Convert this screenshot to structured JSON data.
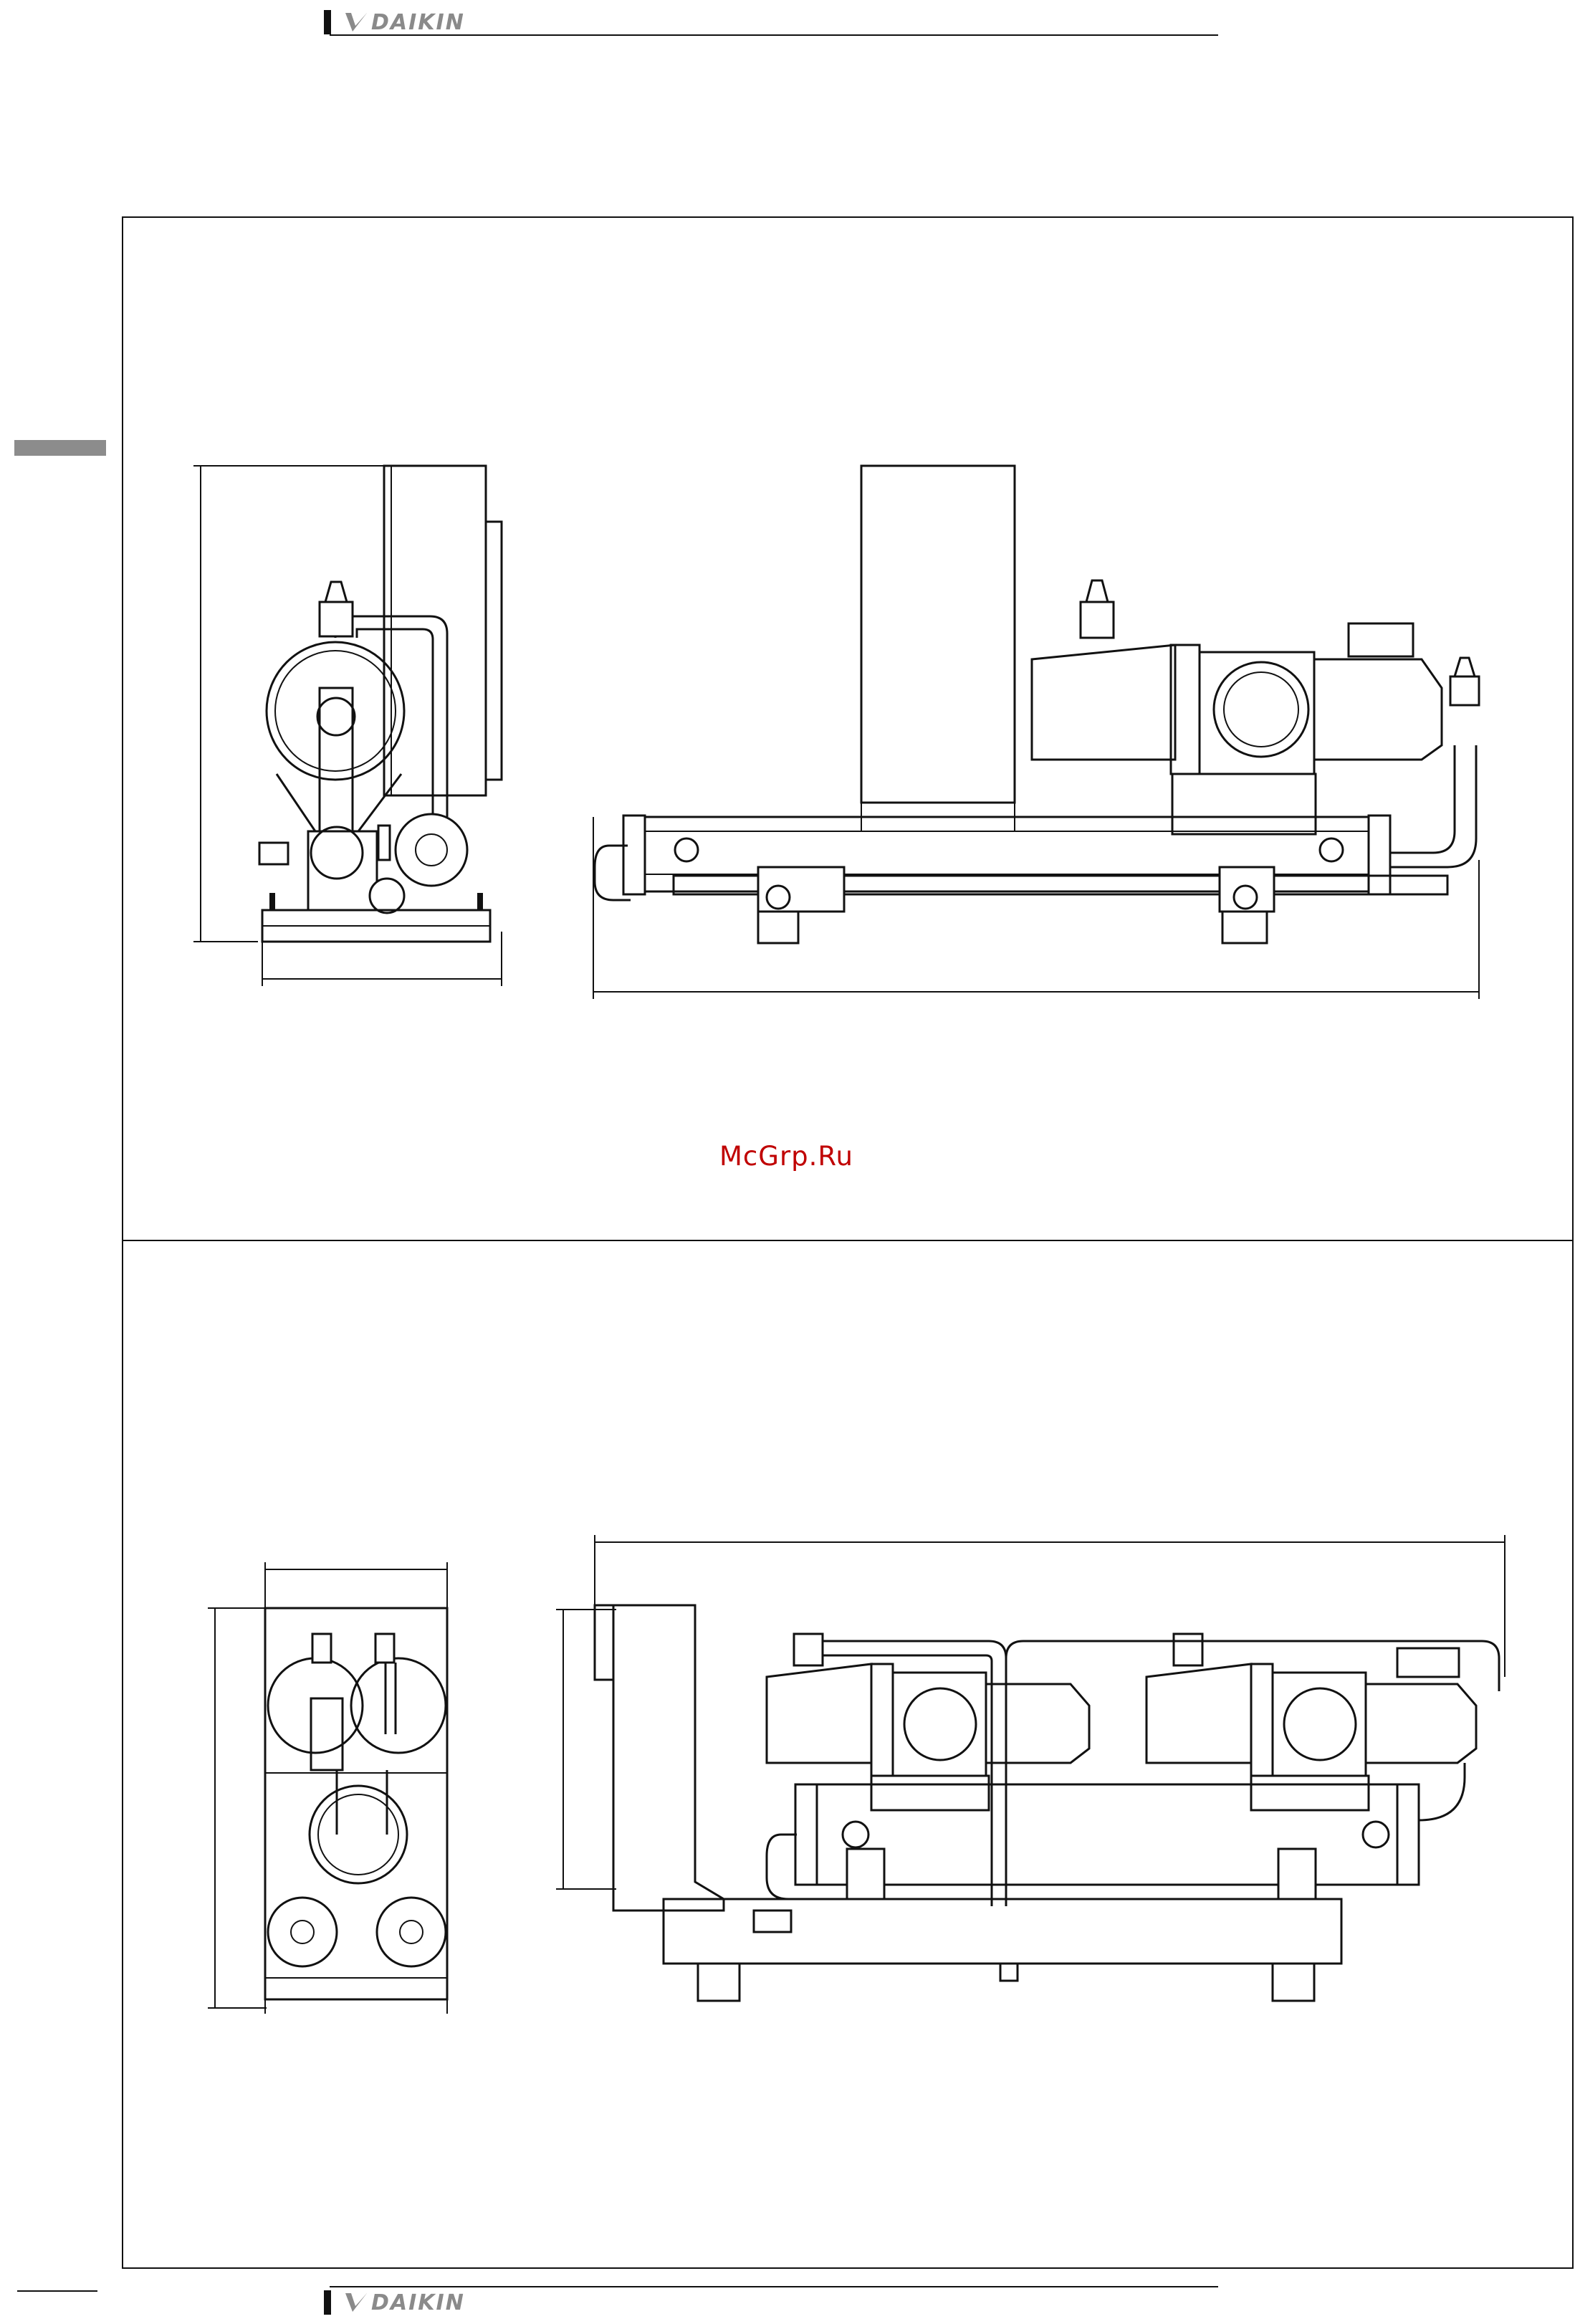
{
  "header": {
    "brand": "DAIKIN"
  },
  "footer": {
    "brand": "DAIKIN"
  },
  "watermark": {
    "text": "McGrp.Ru"
  },
  "colors": {
    "line": "#111111",
    "brand_gray": "#8a8a8a",
    "tab_gray": "#8c8c8c",
    "watermark": "#c00000"
  },
  "icons": {
    "brand_mark": "daikin-triangle-icon"
  }
}
